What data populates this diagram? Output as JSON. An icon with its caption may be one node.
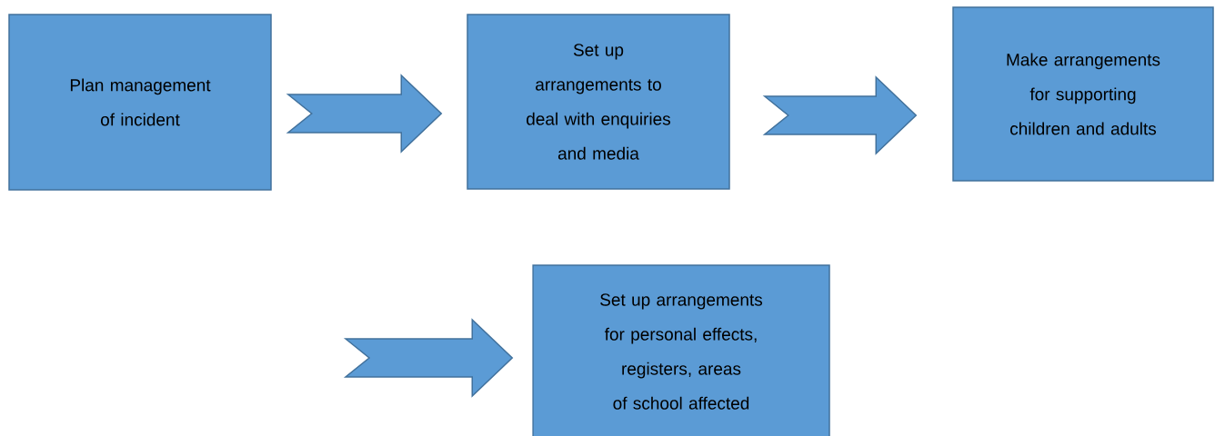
{
  "diagram": {
    "nodes": [
      {
        "text": [
          "Plan management of incident"
        ]
      },
      {
        "text": [
          "Set up arrangements to deal with enquiries and media"
        ]
      },
      {
        "text": [
          "Make arrangements for supporting children and adults"
        ]
      },
      {
        "text": [
          "Set up arrangements for personal effects, registers, areas of school affected"
        ]
      }
    ],
    "edges": [
      {
        "from": 0,
        "to": 1,
        "arrow": "to"
      },
      {
        "from": 1,
        "to": 2,
        "arrow": "to"
      },
      {
        "from": null,
        "to": 3,
        "arrow": "to"
      }
    ]
  }
}
